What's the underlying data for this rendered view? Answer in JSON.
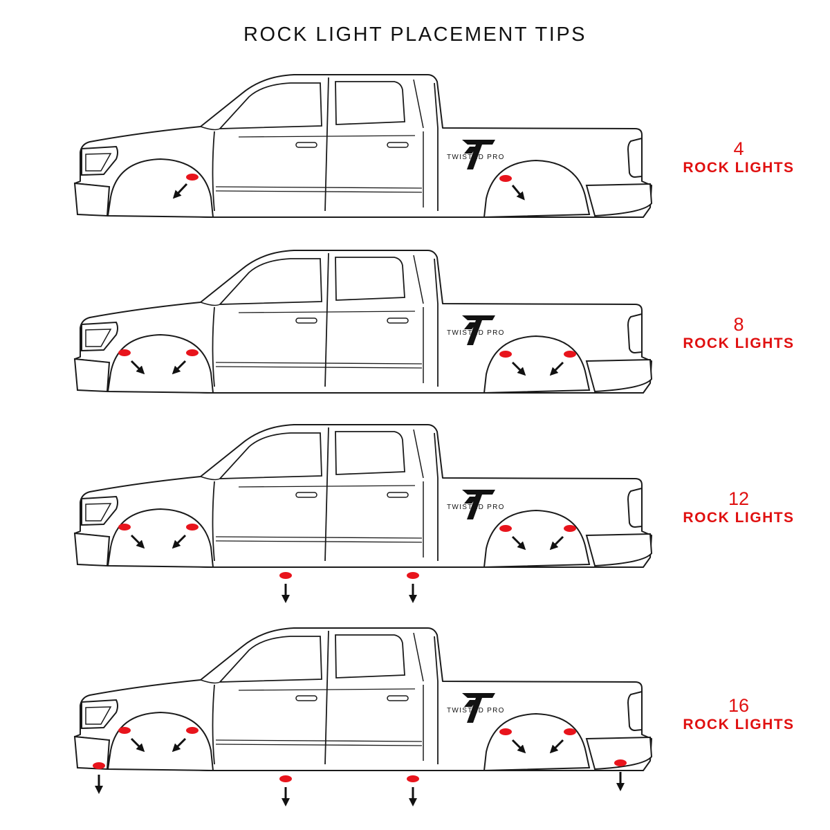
{
  "title": "ROCK LIGHT PLACEMENT TIPS",
  "logo_text": "TWISTED PRO",
  "colors": {
    "light": "#e8141c",
    "outline": "#1a1a1a",
    "label": "#e01010"
  },
  "configurations": [
    {
      "count": "4",
      "label": "ROCK LIGHTS",
      "lights": [
        "front-rear-arch",
        "rear-front-arch"
      ]
    },
    {
      "count": "8",
      "label": "ROCK LIGHTS",
      "lights": [
        "front-front-arch",
        "front-rear-arch",
        "rear-front-arch",
        "rear-rear-arch"
      ]
    },
    {
      "count": "12",
      "label": "ROCK LIGHTS",
      "lights": [
        "front-front-arch",
        "front-rear-arch",
        "rear-front-arch",
        "rear-rear-arch",
        "rocker-front",
        "rocker-rear"
      ]
    },
    {
      "count": "16",
      "label": "ROCK LIGHTS",
      "lights": [
        "front-front-arch",
        "front-rear-arch",
        "rear-front-arch",
        "rear-rear-arch",
        "rocker-front",
        "rocker-rear",
        "front-bumper",
        "rear-bumper"
      ]
    }
  ]
}
